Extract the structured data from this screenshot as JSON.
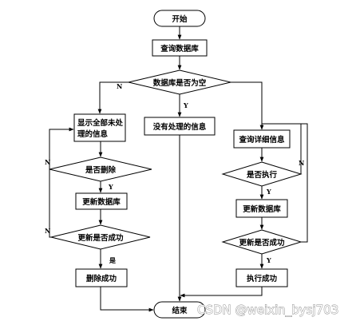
{
  "nodes": {
    "start": "开始",
    "query_db": "查询数据库",
    "db_empty": "数据库是否为空",
    "show_unprocessed_1": "显示全部未处",
    "show_unprocessed_2": "理的信息",
    "no_processed": "没有处理的信息",
    "query_detail": "查询详细信息",
    "delete_q": "是否删除",
    "execute_q": "是否执行",
    "update_db_left": "更新数据库",
    "update_db_right": "更新数据库",
    "update_ok_left": "更新是否成功",
    "update_ok_right": "更新是否成功",
    "delete_ok": "删除成功",
    "exec_ok": "执行成功",
    "end": "结束"
  },
  "edge_labels": {
    "db_empty_no": "N",
    "db_empty_yes": "Y",
    "delete_no": "N",
    "delete_yes": "Y",
    "left_update_no": "N",
    "left_update_yes": "是",
    "execute_yes": "Y",
    "execute_no": "N",
    "right_update_yes": "Y"
  },
  "watermark": "CSDN @weixin_bysj703"
}
